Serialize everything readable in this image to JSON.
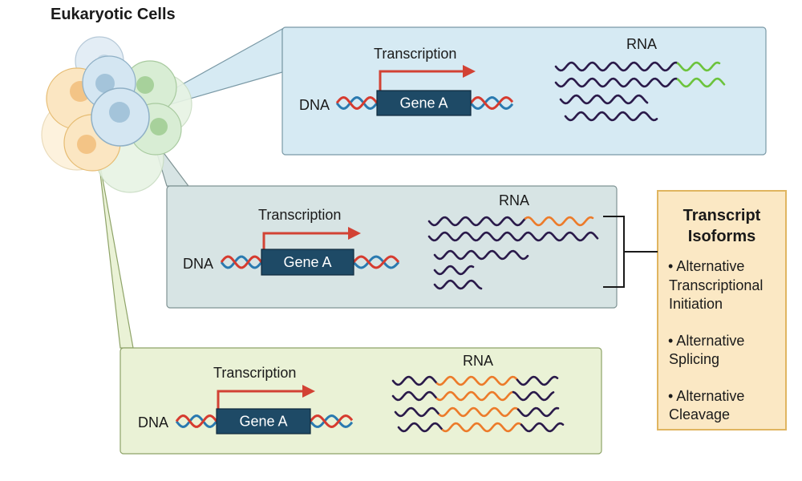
{
  "title": "Eukaryotic Cells",
  "labels": {
    "transcription": "Transcription",
    "rna": "RNA",
    "dna": "DNA",
    "gene": "Gene A"
  },
  "isoforms": {
    "title_line1": "Transcript",
    "title_line2": "Isoforms",
    "item1_line1": "• Alternative",
    "item1_line2": "Transcriptional",
    "item1_line3": "Initiation",
    "item2_line1": "• Alternative",
    "item2_line2": "Splicing",
    "item3_line1": "• Alternative",
    "item3_line2": "Cleavage"
  },
  "colors": {
    "panel_blue": "#d6eaf3",
    "panel_gray": "#d7e4e4",
    "panel_green": "#eaf2d6",
    "gene_box": "#1e4a66",
    "arrow": "#d24234",
    "rna_dark": "#2a1a4a",
    "rna_green": "#6cc33c",
    "rna_orange": "#ec7b2a",
    "dna_red": "#d63b2f",
    "dna_blue": "#2a7ab0",
    "isoform_box": "#fbe8c4",
    "isoform_border": "#e0b560"
  }
}
